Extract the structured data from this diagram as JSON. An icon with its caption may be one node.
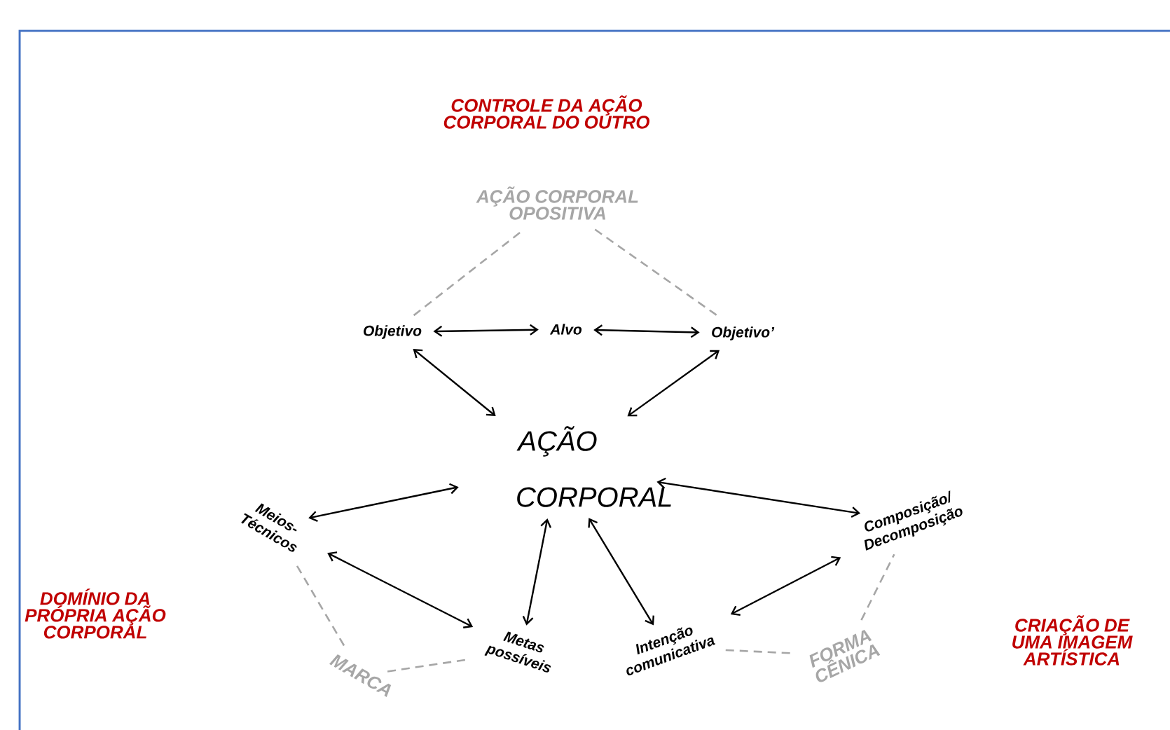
{
  "diagram": {
    "nodes": [
      {
        "text": [
          "AÇÃO CORPORAL OPOSITIVA"
        ]
      },
      {
        "text": [
          "Objetivo"
        ]
      },
      {
        "text": [
          "Alvo"
        ]
      },
      {
        "text": [
          "Objetivo’"
        ]
      },
      {
        "text": [
          "AÇÃO CORPORAL"
        ]
      },
      {
        "text": [
          "Meios-Técnicos"
        ]
      },
      {
        "text": [
          "Metas possíveis"
        ]
      },
      {
        "text": [
          "MARCA"
        ]
      },
      {
        "text": [
          "Intenção comunicativa"
        ]
      },
      {
        "text": [
          "Composição/ Decomposição"
        ]
      },
      {
        "text": [
          "FORMA CÊNICA"
        ]
      }
    ],
    "edges": [
      {
        "from": 1,
        "to": 2,
        "arrow": "both"
      },
      {
        "from": 2,
        "to": 3,
        "arrow": "both"
      },
      {
        "from": 1,
        "to": 4,
        "arrow": "both"
      },
      {
        "from": 3,
        "to": 4,
        "arrow": "both"
      },
      {
        "from": 1,
        "to": 0,
        "arrow": "none",
        "style": "dashed",
        "color": "#a6a6a6"
      },
      {
        "from": 0,
        "to": 3,
        "arrow": "none",
        "style": "dashed",
        "color": "#a6a6a6"
      },
      {
        "from": 5,
        "to": 4,
        "arrow": "both"
      },
      {
        "from": 4,
        "to": 6,
        "arrow": "both"
      },
      {
        "from": 5,
        "to": 6,
        "arrow": "both"
      },
      {
        "from": 5,
        "to": 7,
        "arrow": "none",
        "style": "dashed",
        "color": "#a6a6a6"
      },
      {
        "from": 7,
        "to": 6,
        "arrow": "none",
        "style": "dashed",
        "color": "#a6a6a6"
      },
      {
        "from": 4,
        "to": 9,
        "arrow": "both"
      },
      {
        "from": 4,
        "to": 8,
        "arrow": "both"
      },
      {
        "from": 8,
        "to": 9,
        "arrow": "both"
      },
      {
        "from": 8,
        "to": 10,
        "arrow": "none",
        "style": "dashed",
        "color": "#a6a6a6"
      },
      {
        "from": 10,
        "to": 9,
        "arrow": "none",
        "style": "dashed",
        "color": "#a6a6a6"
      }
    ],
    "labels": [
      "CONTROLE DA AÇÃO CORPORAL DO OUTRO",
      "DOMÍNIO DA PRÓPRIA AÇÃO CORPORAL",
      "CRIAÇÃO DE UMA IMAGEM ARTÍSTICA"
    ]
  }
}
